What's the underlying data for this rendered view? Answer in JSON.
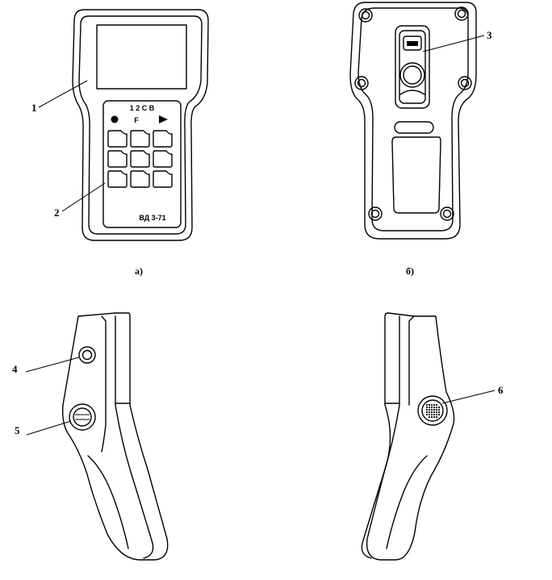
{
  "front_view": {
    "keypad_header": "1 2 C B",
    "function_key": "F",
    "model_label": "ВД 3-71",
    "caption": "а)"
  },
  "back_view": {
    "caption": "б)"
  },
  "callouts": [
    "1",
    "2",
    "3",
    "4",
    "5",
    "6"
  ]
}
